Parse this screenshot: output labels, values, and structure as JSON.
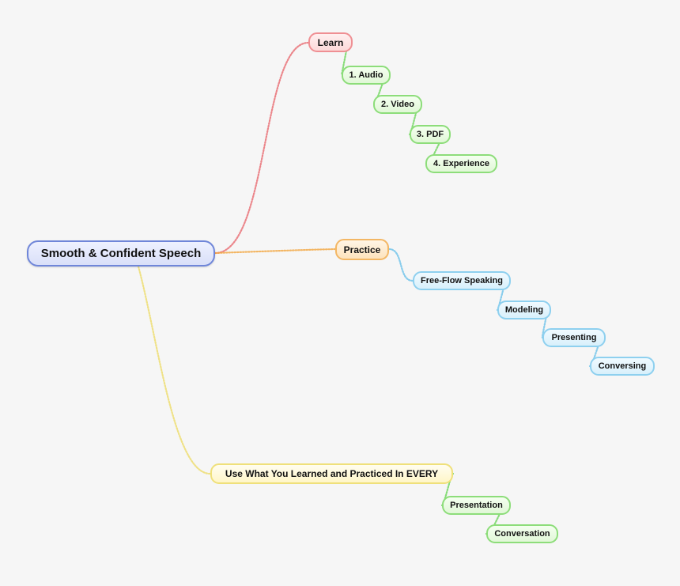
{
  "diagram": {
    "type": "mind-map",
    "root": {
      "label": "Smooth & Confident Speech",
      "color": "#6f86d9"
    },
    "branches": [
      {
        "label": "Learn",
        "color": "#e96a70",
        "children": [
          {
            "label": "1. Audio",
            "color": "#6bd65a"
          },
          {
            "label": "2. Video",
            "color": "#6bd65a"
          },
          {
            "label": "3. PDF",
            "color": "#6bd65a"
          },
          {
            "label": "4. Experience",
            "color": "#6bd65a"
          }
        ]
      },
      {
        "label": "Practice",
        "color": "#f2a640",
        "children": [
          {
            "label": "Free-Flow Speaking",
            "color": "#6cc2ea"
          },
          {
            "label": "Modeling",
            "color": "#6cc2ea"
          },
          {
            "label": "Presenting",
            "color": "#6cc2ea"
          },
          {
            "label": "Conversing",
            "color": "#6cc2ea"
          }
        ]
      },
      {
        "label": "Use What You Learned and Practiced In EVERY",
        "color": "#eedc6a",
        "children": [
          {
            "label": "Presentation",
            "color": "#6bd65a"
          },
          {
            "label": "Conversation",
            "color": "#6bd65a"
          }
        ]
      }
    ]
  }
}
